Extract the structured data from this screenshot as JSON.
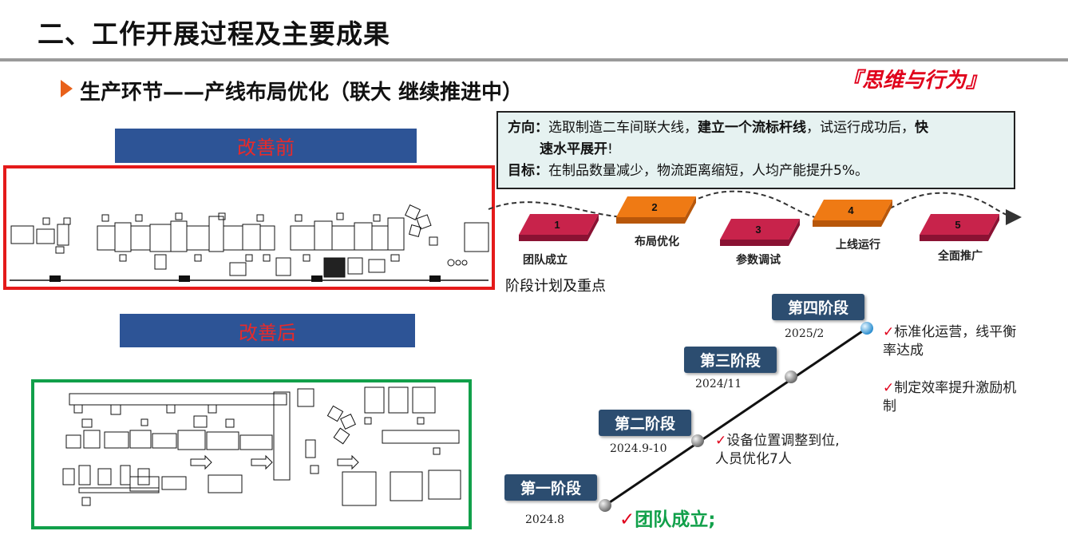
{
  "header": {
    "title": "二、工作开展过程及主要成果",
    "subtitle": "生产环节——产线布局优化（联大 继续推进中）",
    "motto": "『思维与行为』"
  },
  "layout_compare": {
    "before_label": "改善前",
    "after_label": "改善后"
  },
  "direction": {
    "dir_label": "方向：",
    "dir_text1": "选取制造二车间联大线，",
    "dir_bold1": "建立一个流标杆线",
    "dir_text2": "，试运行成功后，",
    "dir_bold2a": "快",
    "dir_bold2b": "速水平展开",
    "dir_text3": "!",
    "goal_label": "目标：",
    "goal_text": "在制品数量减少，物流距离缩短，人均产能提升5%。"
  },
  "process_steps": [
    {
      "num": "1",
      "label": "团队成立",
      "color": "#c8234b"
    },
    {
      "num": "2",
      "label": "布局优化",
      "color": "#ef7a14"
    },
    {
      "num": "3",
      "label": "参数调试",
      "color": "#c8234b"
    },
    {
      "num": "4",
      "label": "上线运行",
      "color": "#ef7a14"
    },
    {
      "num": "5",
      "label": "全面推广",
      "color": "#c8234b"
    }
  ],
  "stage_plan_label": "阶段计划及重点",
  "timeline": {
    "stages": [
      {
        "name": "第一阶段",
        "date": "2024.8"
      },
      {
        "name": "第二阶段",
        "date": "2024.9-10"
      },
      {
        "name": "第三阶段",
        "date": "2024/11"
      },
      {
        "name": "第四阶段",
        "date": "2025/2"
      }
    ],
    "notes": {
      "team": "团队成立;",
      "equip_1": "设备位置调整到位,",
      "equip_2": "人员优化7人",
      "std_1": "标准化运营，线平衡",
      "std_2": "率达成",
      "incent_1": "制定效率提升激励机",
      "incent_2": "制"
    },
    "check_mark": "✓"
  },
  "colors": {
    "banner_bg": "#2d5496",
    "before_border": "#e41a1a",
    "after_border": "#11a04a",
    "stage_bg": "#2c4d70",
    "accent_red": "#e0001b",
    "accent_green": "#11a04a"
  }
}
